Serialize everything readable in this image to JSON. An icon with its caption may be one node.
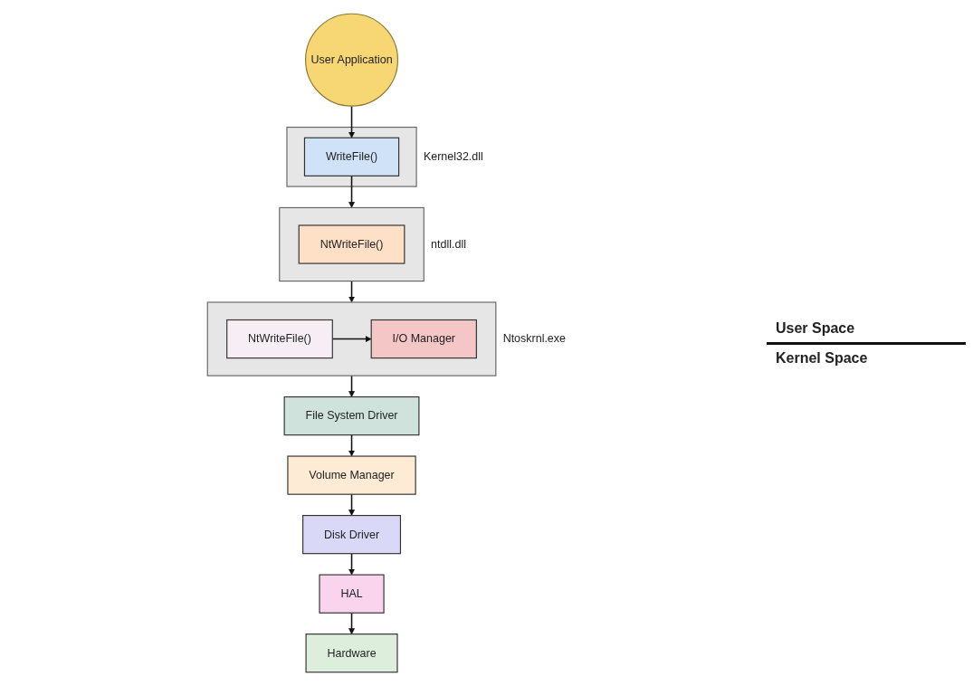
{
  "diagram": {
    "nodes": [
      {
        "text": [
          "User Application"
        ]
      },
      {
        "text": [
          "Kernel32.dll"
        ]
      },
      {
        "text": [
          "WriteFile()"
        ],
        "in": 1
      },
      {
        "text": [
          "ntdll.dll"
        ]
      },
      {
        "text": [
          "NtWriteFile()"
        ],
        "in": 3
      },
      {
        "text": [
          "Ntoskrnl.exe"
        ]
      },
      {
        "text": [
          "NtWriteFile()"
        ],
        "in": 5
      },
      {
        "text": [
          "I/O Manager"
        ],
        "in": 5
      },
      {
        "text": [
          "File System Driver"
        ]
      },
      {
        "text": [
          "Volume Manager"
        ]
      },
      {
        "text": [
          "Disk Driver"
        ]
      },
      {
        "text": [
          "HAL"
        ]
      },
      {
        "text": [
          "Hardware"
        ]
      }
    ],
    "edges": [
      {
        "from": 0,
        "to": 2,
        "arrow": "to"
      },
      {
        "from": 2,
        "to": 3,
        "arrow": "to"
      },
      {
        "from": 3,
        "to": 5,
        "arrow": "to"
      },
      {
        "from": 6,
        "to": 7,
        "arrow": "to"
      },
      {
        "from": 5,
        "to": 8,
        "arrow": "to"
      },
      {
        "from": 8,
        "to": 9,
        "arrow": "to"
      },
      {
        "from": 9,
        "to": 10,
        "arrow": "to"
      },
      {
        "from": 10,
        "to": 11,
        "arrow": "to"
      },
      {
        "from": 11,
        "to": 12,
        "arrow": "to"
      }
    ],
    "labels": [
      "User Space",
      "Kernel Space"
    ]
  }
}
